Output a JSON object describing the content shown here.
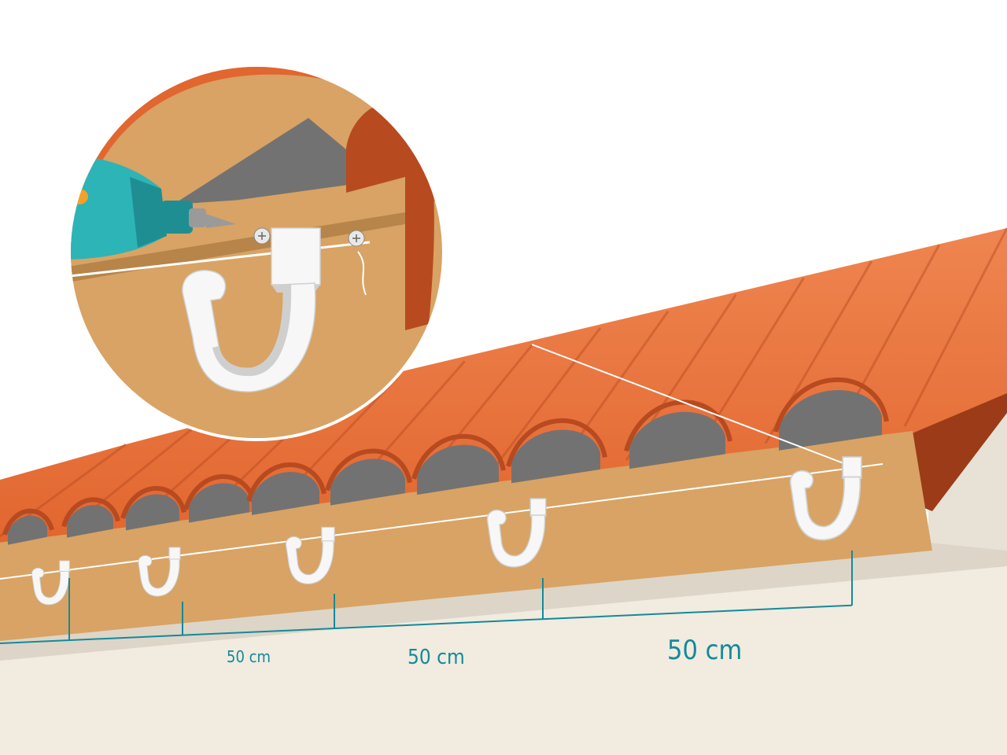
{
  "colors": {
    "sky": "#ffffff",
    "ground": "#f1ebe0",
    "ground_shadow": "#ddd5c8",
    "wall_far": "#e7e1d6",
    "tile": "#e2662f",
    "tile_light": "#ef8550",
    "tile_dark": "#b84a20",
    "tile_shadow": "#9c3b17",
    "fascia": "#d8a364",
    "fascia_dark": "#b7844a",
    "gap": "#737272",
    "gap_dark": "#5c5b5b",
    "bracket": "#f7f7f7",
    "bracket_shade": "#cfcfcf",
    "string_line": "#ffffff",
    "dimension": "#138a9a",
    "drill": "#2db4b7",
    "drill_dark": "#1f8e92",
    "drill_accent": "#f4a12a",
    "metal": "#9a9a9a"
  },
  "dimensions": [
    {
      "label": "50 cm"
    },
    {
      "label": "50 cm"
    },
    {
      "label": "50 cm"
    }
  ]
}
